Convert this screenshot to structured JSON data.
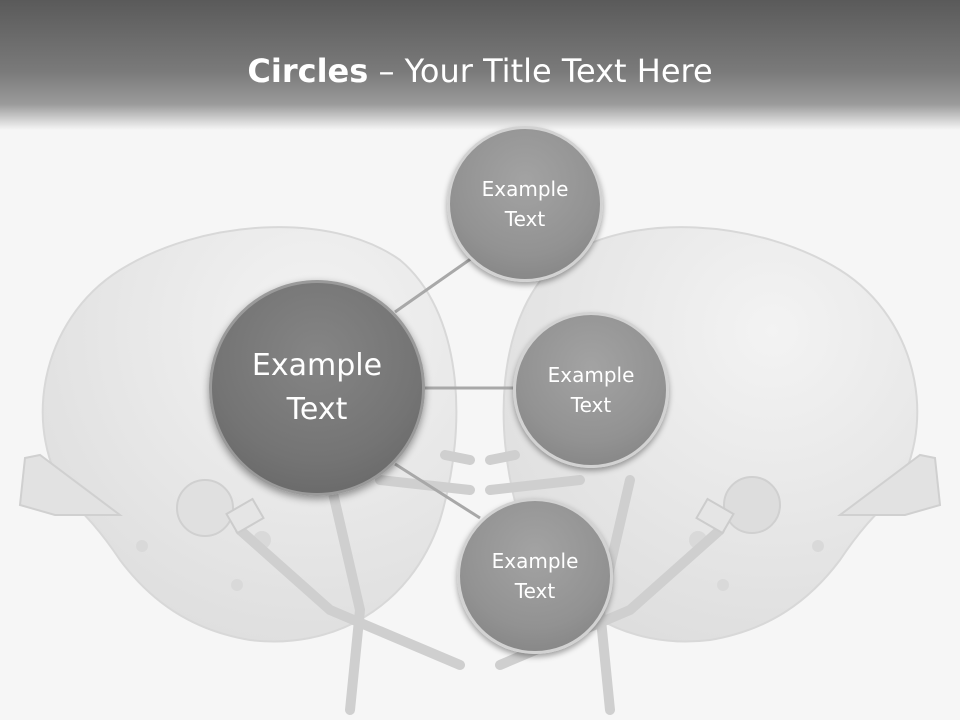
{
  "slide": {
    "title_bold": "Circles",
    "title_rest": " – Your Title Text Here"
  },
  "circles": {
    "center": "Example Text",
    "top": "Example Text",
    "middle": "Example Text",
    "bottom": "Example Text"
  },
  "colors": {
    "header": "#5a5a5a",
    "background": "#f6f6f6",
    "center_circle": "#747474",
    "small_circle": "#929292",
    "helmet": "#e3e3e3"
  }
}
